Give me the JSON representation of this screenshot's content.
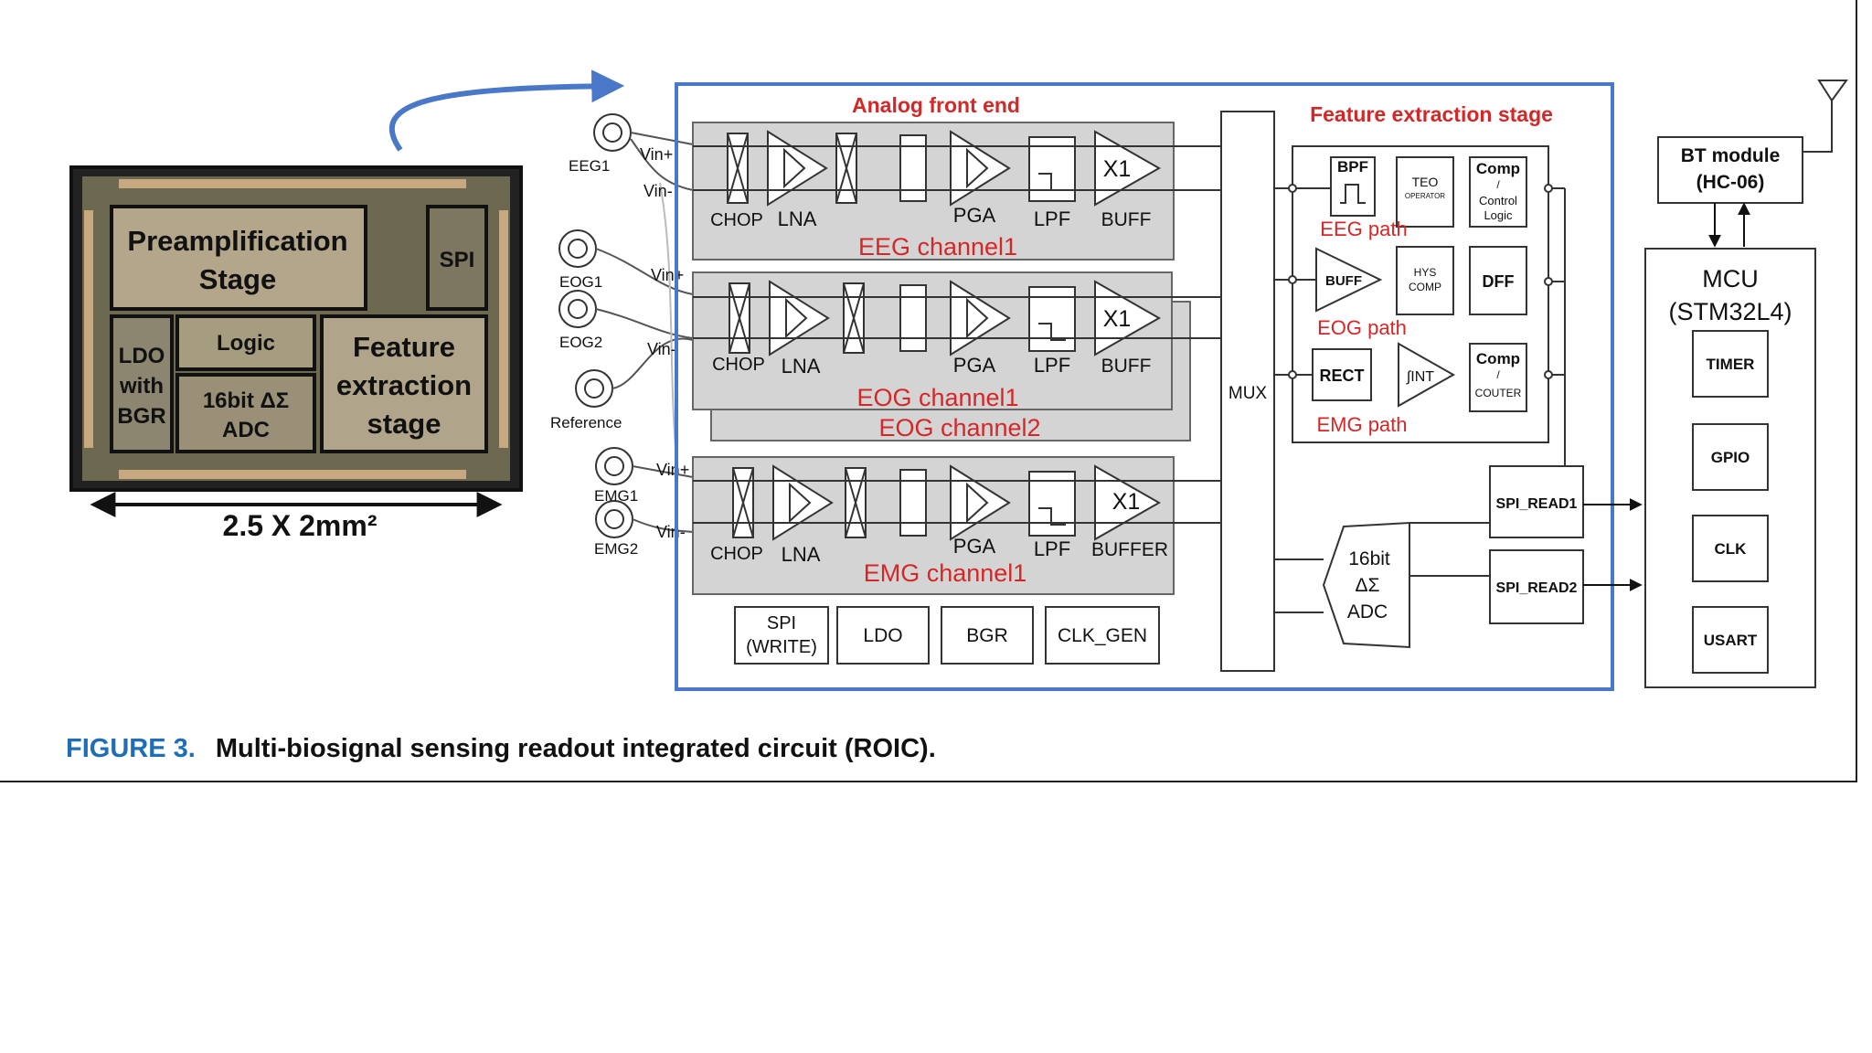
{
  "die": {
    "preamp": "Preamplification",
    "preamp2": "Stage",
    "spi": "SPI",
    "logic": "Logic",
    "ldo1": "LDO",
    "ldo2": "with",
    "ldo3": "BGR",
    "adc1": "16bit ΔΣ",
    "adc2": "ADC",
    "feat1": "Feature",
    "feat2": "extraction",
    "feat3": "stage",
    "dim": "2.5 X 2mm²"
  },
  "inputs": {
    "eeg1": "EEG1",
    "eog1": "EOG1",
    "eog2": "EOG2",
    "reference": "Reference",
    "emg1": "EMG1",
    "emg2": "EMG2",
    "vinp": "Vin+",
    "vinm": "Vin-"
  },
  "afe": {
    "title": "Analog front end",
    "chop": "CHOP",
    "lna": "LNA",
    "pga": "PGA",
    "lpf": "LPF",
    "buff": "BUFF",
    "buffer": "BUFFER",
    "x1": "X1",
    "eeg_ch": "EEG channel1",
    "eog_ch1": "EOG channel1",
    "eog_ch2": "EOG channel2",
    "emg_ch": "EMG channel1",
    "spi_write1": "SPI",
    "spi_write2": "(WRITE)",
    "ldo": "LDO",
    "bgr": "BGR",
    "clk_gen": "CLK_GEN",
    "mux": "MUX"
  },
  "feature": {
    "title": "Feature extraction stage",
    "bpf": "BPF",
    "teo1": "TEO",
    "teo2": "OPERATOR",
    "comp": "Comp",
    "slash": "/",
    "ctrl1": "Control",
    "ctrl2": "Logic",
    "eeg_path": "EEG path",
    "buff": "BUFF",
    "hys1": "HYS",
    "hys2": "COMP",
    "dff": "DFF",
    "eog_path": "EOG path",
    "rect": "RECT",
    "int": "∫INT",
    "counter": "COUTER",
    "emg_path": "EMG path"
  },
  "adc": {
    "l1": "16bit",
    "l2": "ΔΣ",
    "l3": "ADC",
    "spi_read1": "SPI_READ1",
    "spi_read2": "SPI_READ2"
  },
  "mcu": {
    "bt1": "BT module",
    "bt2": "(HC-06)",
    "mcu1": "MCU",
    "mcu2": "(STM32L4)",
    "timer": "TIMER",
    "gpio": "GPIO",
    "clk": "CLK",
    "usart": "USART"
  },
  "caption": {
    "label": "FIGURE 3.",
    "text": "Multi-biosignal sensing readout integrated circuit (ROIC)."
  },
  "colors": {
    "accent_blue": "#4a78c8",
    "label_red": "#d42828",
    "caption_blue": "#1e6db5",
    "channel_gray": "#d4d4d4"
  }
}
